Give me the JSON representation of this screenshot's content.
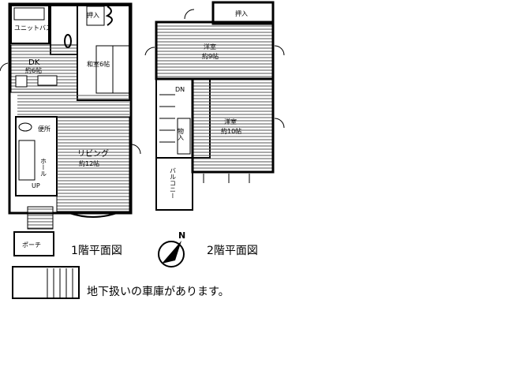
{
  "floor1": {
    "title": "1階平面図",
    "rooms": {
      "bath": "ユニットバス",
      "dk": "DK",
      "dk_size": "約6帖",
      "washitsu": "和室6帖",
      "oshiire": "押入",
      "toilet": "便所",
      "hall": "ホール",
      "up": "UP",
      "living": "リビング",
      "living_size": "約12帖",
      "porch": "ポーチ"
    }
  },
  "floor2": {
    "title": "2階平面図",
    "rooms": {
      "oshiire": "押入",
      "youshitsu1": "洋室",
      "youshitsu1_size": "約9帖",
      "dn": "DN",
      "monoire": "物入",
      "youshitsu2": "洋室",
      "youshitsu2_size": "約10帖",
      "balcony": "バルコニー"
    }
  },
  "compass": {
    "label": "N"
  },
  "note": "地下扱いの車庫があります。"
}
